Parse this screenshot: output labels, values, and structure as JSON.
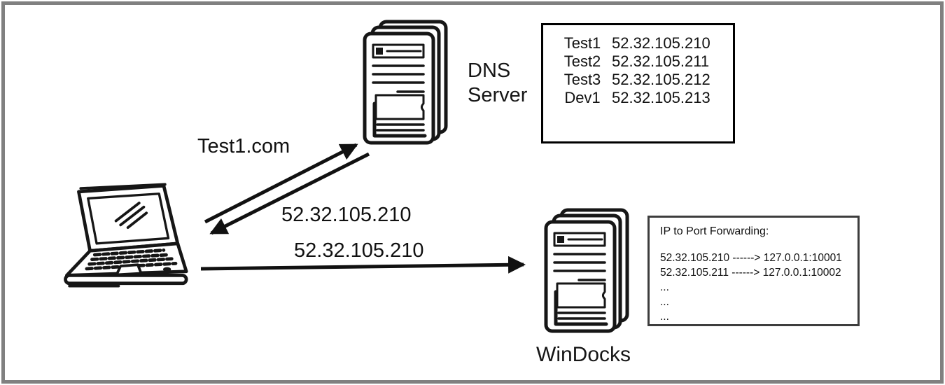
{
  "frame": {
    "border_color": "#808080",
    "background": "#ffffff",
    "ink_color": "#161616"
  },
  "nodes": {
    "client": {
      "icon": "laptop-icon"
    },
    "dns_server": {
      "label": "DNS Server",
      "label_line1": "DNS",
      "label_line2": "Server",
      "icon": "server-stack-icon"
    },
    "windocks": {
      "label": "WinDocks",
      "icon": "server-stack-icon"
    }
  },
  "arrows": [
    {
      "id": "dns-request",
      "from": "client",
      "to": "dns_server",
      "label": "Test1.com"
    },
    {
      "id": "dns-response",
      "from": "dns_server",
      "to": "client",
      "label": "52.32.105.210"
    },
    {
      "id": "windocks-request",
      "from": "client",
      "to": "windocks",
      "label": "52.32.105.210"
    }
  ],
  "dns_table": {
    "rows": [
      {
        "name": "Test1",
        "ip": "52.32.105.210"
      },
      {
        "name": "Test2",
        "ip": "52.32.105.211"
      },
      {
        "name": "Test3",
        "ip": "52.32.105.212"
      },
      {
        "name": "Dev1",
        "ip": "52.32.105.213"
      }
    ]
  },
  "port_forwarding": {
    "title": "IP to Port Forwarding:",
    "rows": [
      "52.32.105.210 ------> 127.0.0.1:10001",
      "52.32.105.211 ------> 127.0.0.1:10002",
      "...",
      "...",
      "..."
    ]
  }
}
